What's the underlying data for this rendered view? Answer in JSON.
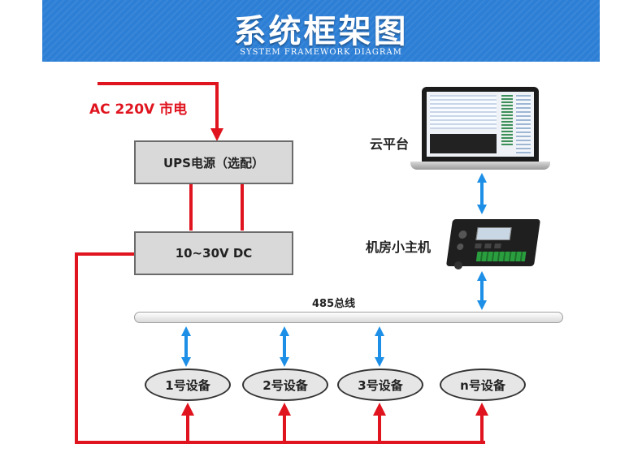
{
  "banner": {
    "title": "系统框架图",
    "subtitle": "SYSTEM FRAMEWORK DIAGRAM"
  },
  "power": {
    "ac_label": "AC 220V 市电",
    "ups_label": "UPS电源（选配）",
    "dc_label": "10~30V DC"
  },
  "cloud": {
    "label": "云平台"
  },
  "host": {
    "label": "机房小主机"
  },
  "bus": {
    "label": "485总线"
  },
  "devices": [
    {
      "label": "1号设备"
    },
    {
      "label": "2号设备"
    },
    {
      "label": "3号设备"
    },
    {
      "label": "n号设备"
    }
  ],
  "colors": {
    "banner": "#2d7fd6",
    "power_line": "#e0141e",
    "data_arrow": "#1e8fe6"
  }
}
